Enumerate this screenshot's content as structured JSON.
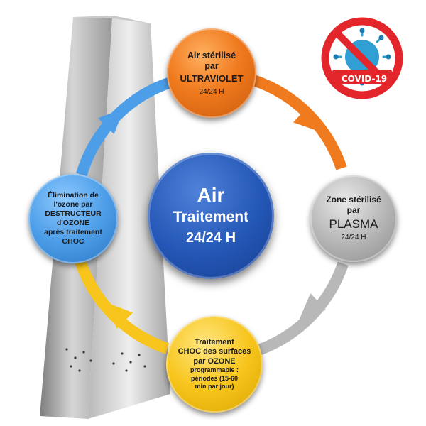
{
  "nodes": {
    "uv": {
      "l1": "Air stérilisé",
      "l2": "par",
      "l3": "ULTRAVIOLET",
      "l4": "24/24 H",
      "color": "#f07a1e"
    },
    "plasma": {
      "l1": "Zone stérilisé",
      "l2": "par",
      "l3": "PLASMA",
      "l4": "24/24 H",
      "color": "#b8b8b8"
    },
    "ozone": {
      "l1": "Traitement",
      "l2": "CHOC des surfaces",
      "l3": "par OZONE",
      "l4": "programmable :",
      "l5": "périodes (15-60",
      "l6": "min par jour)",
      "color": "#f7c51c"
    },
    "destructeur": {
      "l1": "Élimination de",
      "l2": "l'ozone par",
      "l3": "DESTRUCTEUR",
      "l4": "d'OZONE",
      "l5": "après traitement",
      "l6": "CHOC",
      "color": "#4d9ee8"
    },
    "center": {
      "l1": "Air",
      "l2": "Traitement",
      "l3": "24/24 H",
      "color": "#2356b6"
    }
  },
  "badge": {
    "label": "COVID-19",
    "ring_color": "#e3262b",
    "virus_color": "#2f9fd4"
  },
  "cycle_colors": {
    "uv_to_plasma": "#f07a1e",
    "plasma_to_ozone": "#b8b8b8",
    "ozone_to_destructeur": "#f7c51c",
    "destructeur_to_uv": "#4d9ee8"
  }
}
